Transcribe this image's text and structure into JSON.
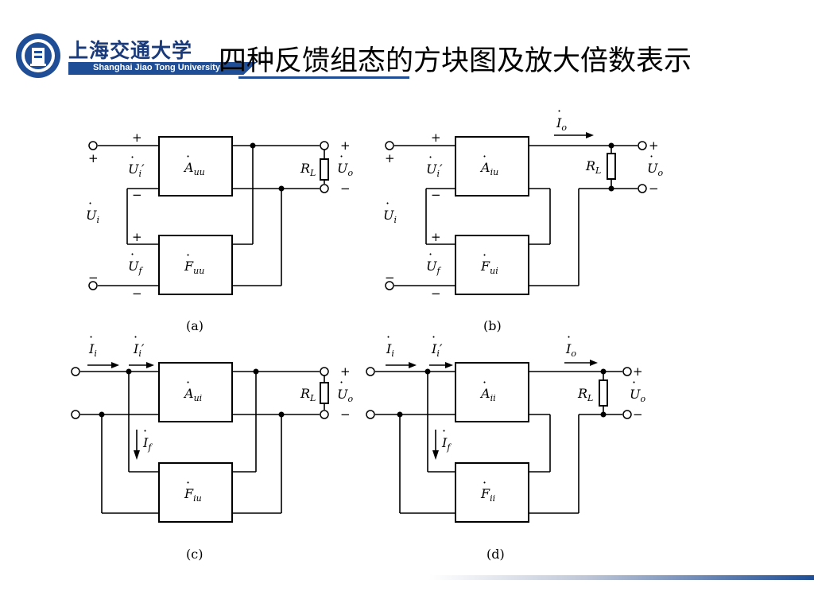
{
  "header": {
    "university_cn": "上海交通大学",
    "university_en": "Shanghai Jiao Tong University",
    "title": "四种反馈组态的方块图及放大倍数表示"
  },
  "diagrams": [
    {
      "caption": "(a)",
      "amp": {
        "base": "A",
        "sub": "uu"
      },
      "fb": {
        "base": "F",
        "sub": "uu"
      },
      "labels": {
        "input": "U",
        "input_sub": "i",
        "net_input": "U",
        "net_input_sub": "i",
        "net_input_prime": "′",
        "feedback": "U",
        "feedback_sub": "f",
        "output": "U",
        "output_sub": "o",
        "load": "R",
        "load_sub": "L"
      },
      "signs": {
        "in_plus": "+",
        "in_minus": "−",
        "a_plus": "+",
        "a_minus": "−",
        "f_plus": "+",
        "f_minus": "−",
        "out_plus": "+",
        "out_minus": "−"
      }
    },
    {
      "caption": "(b)",
      "amp": {
        "base": "A",
        "sub": "iu"
      },
      "fb": {
        "base": "F",
        "sub": "ui"
      },
      "labels": {
        "input": "U",
        "input_sub": "i",
        "net_input": "U",
        "net_input_sub": "i",
        "net_input_prime": "′",
        "feedback": "U",
        "feedback_sub": "f",
        "output": "U",
        "output_sub": "o",
        "load": "R",
        "load_sub": "L",
        "out_current": "I",
        "out_current_sub": "o"
      },
      "signs": {
        "in_plus": "+",
        "in_minus": "−",
        "a_plus": "+",
        "a_minus": "−",
        "f_plus": "+",
        "f_minus": "−",
        "out_plus": "+",
        "out_minus": "−"
      }
    },
    {
      "caption": "(c)",
      "amp": {
        "base": "A",
        "sub": "ui"
      },
      "fb": {
        "base": "F",
        "sub": "iu"
      },
      "labels": {
        "input": "I",
        "input_sub": "i",
        "net_input": "I",
        "net_input_sub": "i",
        "net_input_prime": "′",
        "feedback": "I",
        "feedback_sub": "f",
        "output": "U",
        "output_sub": "o",
        "load": "R",
        "load_sub": "L"
      },
      "signs": {
        "out_plus": "+",
        "out_minus": "−"
      }
    },
    {
      "caption": "(d)",
      "amp": {
        "base": "A",
        "sub": "ii"
      },
      "fb": {
        "base": "F",
        "sub": "ii"
      },
      "labels": {
        "input": "I",
        "input_sub": "i",
        "net_input": "I",
        "net_input_sub": "i",
        "net_input_prime": "′",
        "feedback": "I",
        "feedback_sub": "f",
        "output": "U",
        "output_sub": "o",
        "load": "R",
        "load_sub": "L",
        "out_current": "I",
        "out_current_sub": "o"
      },
      "signs": {
        "out_plus": "+",
        "out_minus": "−"
      }
    }
  ]
}
